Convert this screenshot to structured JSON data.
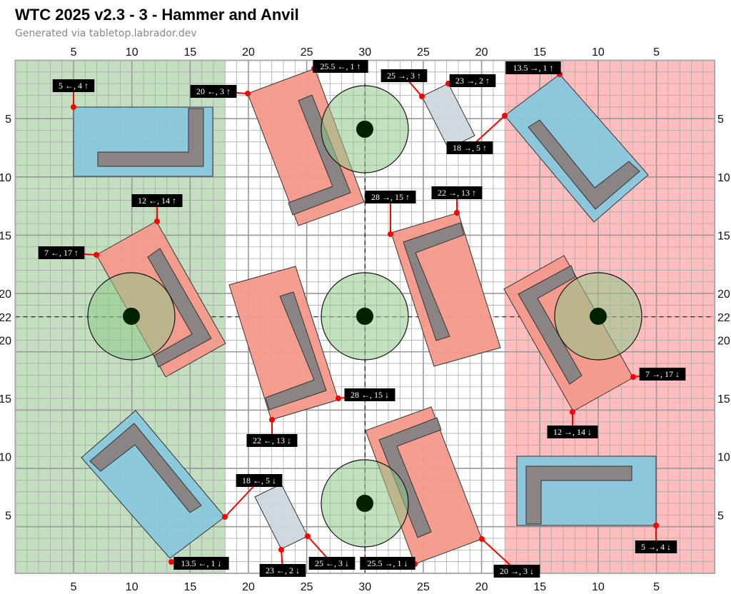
{
  "header": {
    "title": "WTC 2025 v2.3 - 3 - Hammer and Anvil",
    "subtitle": "Generated via tabletop.labrador.dev"
  },
  "colors": {
    "player_zone_left": "#c3dfbf",
    "player_zone_right": "#ffbdbd",
    "ruin_red": "#f4998a",
    "ruin_blue": "#88c7dc",
    "container": "#cdd6de",
    "wall": "#8a8484",
    "objective": "#8fc88a",
    "measure_line": "#ff0000"
  },
  "axes": {
    "top": [
      "5",
      "10",
      "15",
      "20",
      "25",
      "30",
      "25",
      "20",
      "15",
      "10",
      "5"
    ],
    "bottom": [
      "5",
      "10",
      "15",
      "20",
      "25",
      "30",
      "25",
      "20",
      "15",
      "10",
      "5"
    ],
    "left": [
      "5",
      "10",
      "15",
      "20",
      "22",
      "20",
      "15",
      "10",
      "5"
    ],
    "right": [
      "5",
      "10",
      "15",
      "20",
      "22",
      "20",
      "15",
      "10",
      "5"
    ]
  },
  "labels": [
    "5 ←, 4 ↑",
    "20 ←, 3 ↑",
    "25.5 ←, 1 ↑",
    "25 →, 3 ↑",
    "23 →, 2 ↑",
    "18 →, 5 ↑",
    "13.5 →, 1 ↑",
    "12 ←, 14 ↑",
    "7 ←, 17 ↑",
    "28 →, 15 ↑",
    "22 →, 13 ↑",
    "28 ←, 15 ↓",
    "22 ←, 13 ↓",
    "7 →, 17 ↓",
    "12 →, 14 ↓",
    "18 ←, 5 ↓",
    "23 ←, 2 ↓",
    "25 ←, 3 ↓",
    "13.5 ←, 1 ↓",
    "25.5 →, 1 ↓",
    "20 →, 3 ↓",
    "5 →, 4 ↓"
  ]
}
